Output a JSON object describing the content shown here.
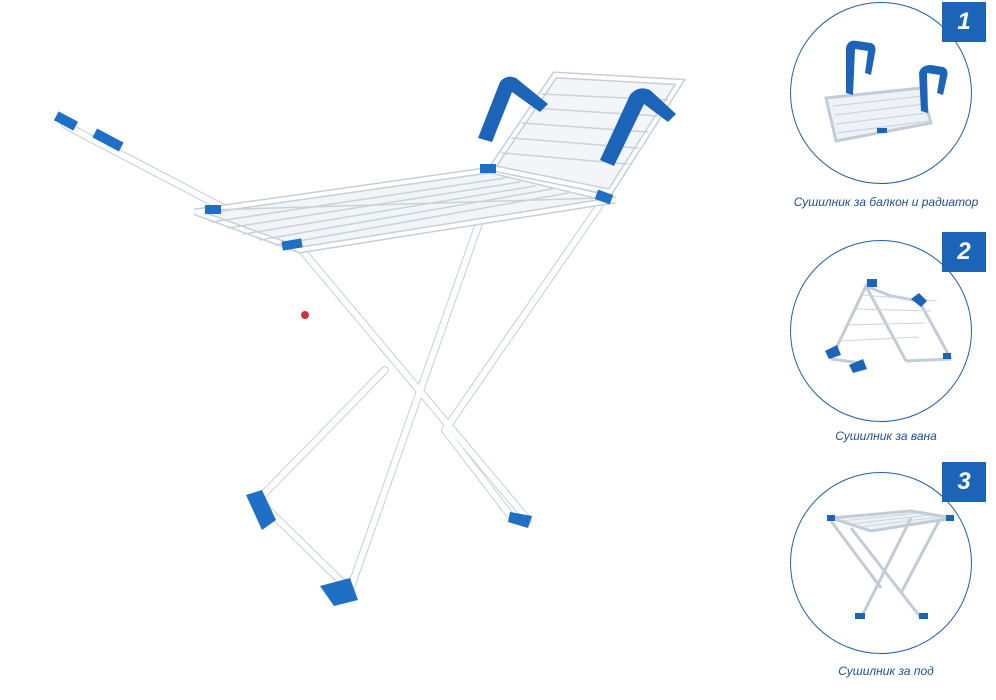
{
  "options": [
    {
      "number": "1",
      "caption": "Сушилник за балкон и радиатор",
      "icon": "balcony-radiator-dryer-icon"
    },
    {
      "number": "2",
      "caption": "Сушилник за вана",
      "icon": "bath-dryer-icon"
    },
    {
      "number": "3",
      "caption": "Сушилник за под",
      "icon": "floor-dryer-icon"
    }
  ],
  "colors": {
    "accent": "#1b64b8",
    "frame": "#ffffff",
    "outline": "#c8d2dc"
  }
}
